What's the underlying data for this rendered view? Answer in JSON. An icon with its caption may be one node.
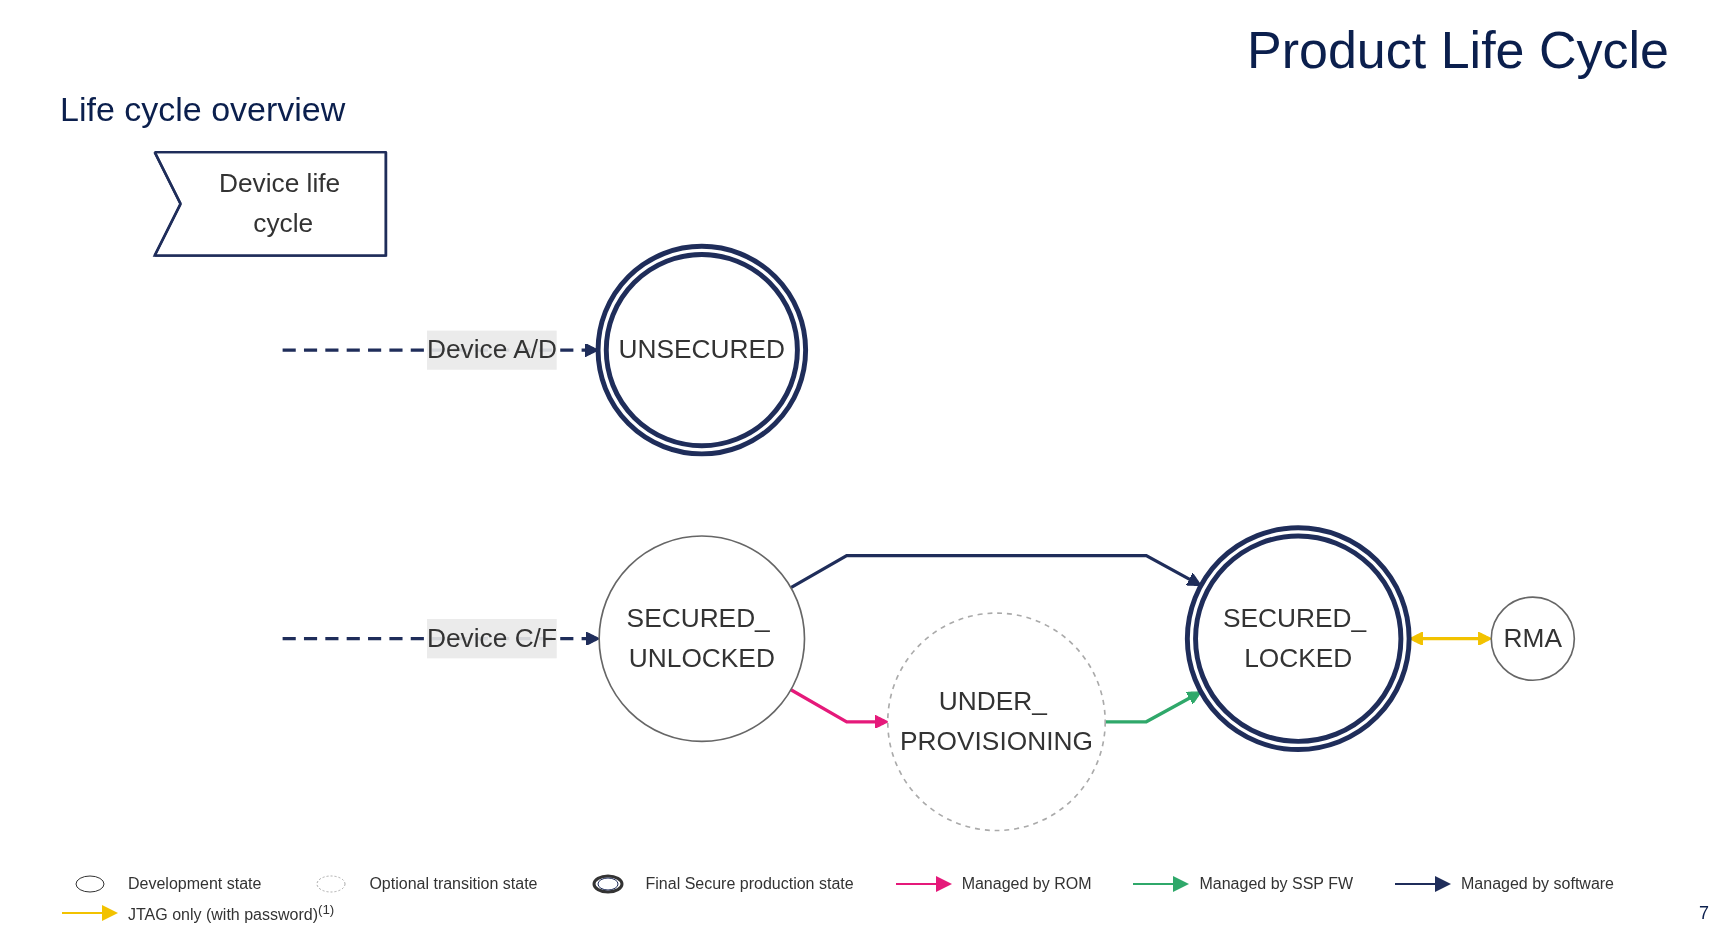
{
  "diagram": {
    "title": "Product Life Cycle",
    "nodes": [
      {
        "text": [
          "Device life cycle"
        ]
      },
      {
        "text": [
          "UNSECURED"
        ]
      },
      {
        "text": [
          "SECURED_ UNLOCKED"
        ]
      },
      {
        "text": [
          "UNDER_ PROVISIONING"
        ]
      },
      {
        "text": [
          "SECURED_ LOCKED"
        ]
      },
      {
        "text": [
          "RMA"
        ]
      }
    ],
    "edges": [
      {
        "from": null,
        "to": 1,
        "arrow": "to",
        "label": "Device A/D",
        "style": "dashed"
      },
      {
        "from": null,
        "to": 2,
        "arrow": "to",
        "label": "Device C/F",
        "style": "dashed"
      },
      {
        "from": 2,
        "to": 4,
        "arrow": "to"
      },
      {
        "from": 2,
        "to": 3,
        "arrow": "to",
        "color": "#e5197a"
      },
      {
        "from": 3,
        "to": 4,
        "arrow": "to",
        "color": "#2fa86a"
      },
      {
        "from": 4,
        "to": 5,
        "arrow": "both",
        "color": "#f2c200"
      }
    ],
    "labels": [
      "Life cycle overview",
      "7"
    ],
    "legend": [
      {
        "text": "Development state"
      },
      {
        "text": "Optional transition state"
      },
      {
        "text": "Final Secure production state"
      },
      {
        "text": "Managed by ROM",
        "color": "#e5197a"
      },
      {
        "text": "Managed by SSP FW",
        "color": "#2fa86a"
      },
      {
        "text": "Managed by software",
        "color": "#1f2d5a"
      },
      {
        "text": "JTAG only (with password)$^{(1)}$",
        "color": "#f2c200"
      }
    ]
  }
}
